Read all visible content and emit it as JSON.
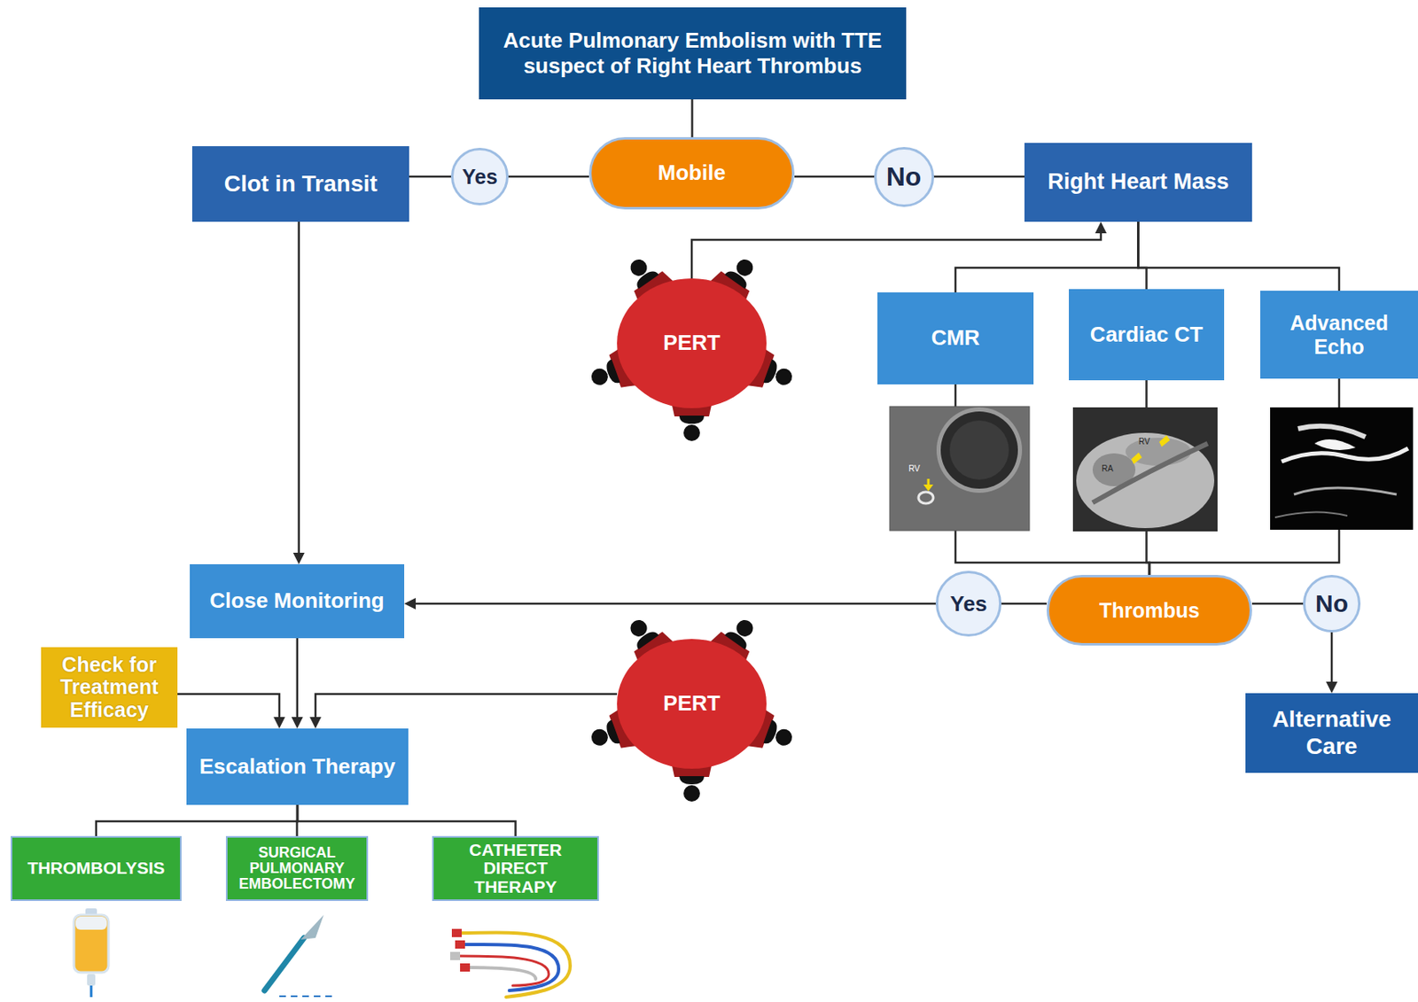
{
  "diagram": {
    "nodes": [
      {
        "text": [
          "Acute Pulmonary Embolism with TTE suspect of Right Heart Thrombus"
        ]
      },
      {
        "text": [
          "Clot in Transit"
        ]
      },
      {
        "text": [
          "Mobile"
        ]
      },
      {
        "text": [
          "Right Heart Mass"
        ]
      },
      {
        "text": [
          "PERT"
        ]
      },
      {
        "text": [
          "CMR"
        ]
      },
      {
        "text": [
          "Cardiac CT"
        ]
      },
      {
        "text": [
          "Advanced Echo"
        ]
      },
      {
        "text": [
          "Close Monitoring"
        ]
      },
      {
        "text": [
          "Thrombus"
        ]
      },
      {
        "text": [
          "Check for Treatment Efficacy"
        ]
      },
      {
        "text": [
          "PERT"
        ]
      },
      {
        "text": [
          "Escalation Therapy"
        ]
      },
      {
        "text": [
          "Alternative Care"
        ]
      },
      {
        "text": [
          "THROMBOLYSIS"
        ]
      },
      {
        "text": [
          "SURGICAL PULMONARY EMBOLECTOMY"
        ]
      },
      {
        "text": [
          "CATHETER DIRECT THERAPY"
        ]
      }
    ],
    "edges": [
      {
        "from": 0,
        "to": 2,
        "arrow": "none"
      },
      {
        "from": 2,
        "to": 1,
        "label": "Yes",
        "arrow": "none"
      },
      {
        "from": 2,
        "to": 3,
        "label": "No",
        "arrow": "none"
      },
      {
        "from": 4,
        "to": 3,
        "arrow": "to"
      },
      {
        "from": 3,
        "to": 5,
        "arrow": "none"
      },
      {
        "from": 3,
        "to": 6,
        "arrow": "none"
      },
      {
        "from": 3,
        "to": 7,
        "arrow": "none"
      },
      {
        "from": 5,
        "to": 9,
        "arrow": "none"
      },
      {
        "from": 6,
        "to": 9,
        "arrow": "none"
      },
      {
        "from": 7,
        "to": 9,
        "arrow": "none"
      },
      {
        "from": 1,
        "to": 8,
        "arrow": "to"
      },
      {
        "from": 9,
        "to": 8,
        "label": "Yes",
        "arrow": "to"
      },
      {
        "from": 9,
        "to": 13,
        "label": "No",
        "arrow": "to"
      },
      {
        "from": 8,
        "to": 12,
        "arrow": "to"
      },
      {
        "from": 10,
        "to": 12,
        "arrow": "to"
      },
      {
        "from": 11,
        "to": 12,
        "arrow": "to"
      },
      {
        "from": 12,
        "to": 14,
        "arrow": "none"
      },
      {
        "from": 12,
        "to": 15,
        "arrow": "none"
      },
      {
        "from": 12,
        "to": 16,
        "arrow": "none"
      }
    ],
    "labels": [
      "RV",
      "RV",
      "RA"
    ]
  }
}
